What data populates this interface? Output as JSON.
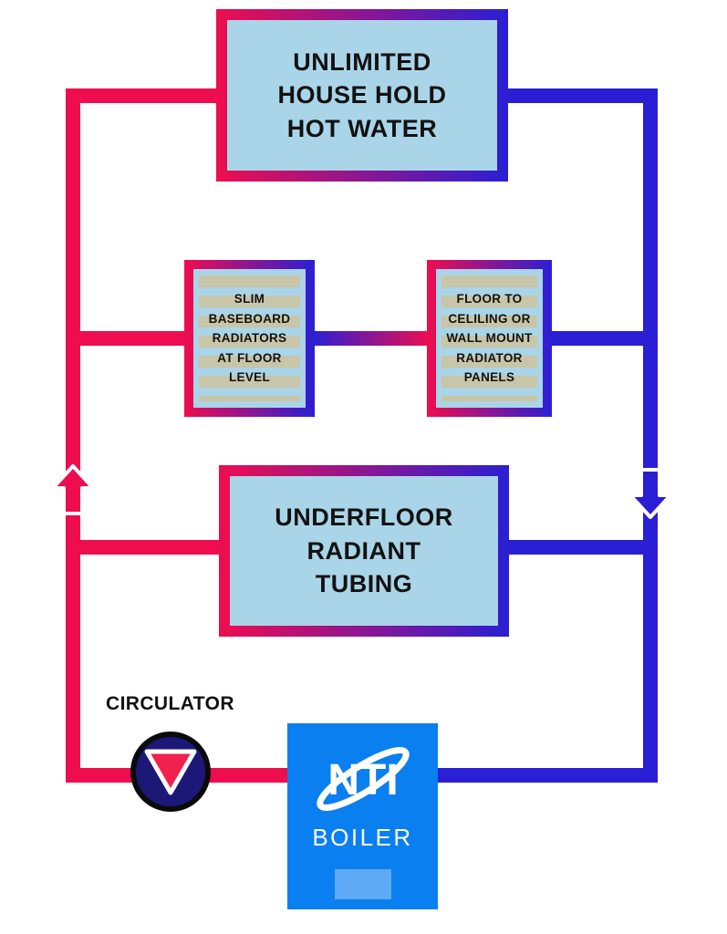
{
  "colors": {
    "hot_line": "#ee0d4f",
    "cold_line": "#2a1fd4",
    "box_fill": "#aad5e8",
    "box_border_gradient": [
      "#ee0d4f",
      "#2a1fd4"
    ],
    "radiator_fin": "#c8c5a8",
    "boiler_blue": "#0a7ff0",
    "pump_body": "#1c1878",
    "pump_ring": "#0a0a0a",
    "pump_triangle": "#f2204e",
    "text": "#121212"
  },
  "boxes": {
    "hot_water": {
      "line1": "UNLIMITED",
      "line2": "HOUSE HOLD",
      "line3": "HOT WATER"
    },
    "baseboard": {
      "line1": "SLIM",
      "line2": "BASEBOARD",
      "line3": "RADIATORS",
      "line4": "AT FLOOR",
      "line5": "LEVEL"
    },
    "wall_mount": {
      "line1": "FLOOR TO",
      "line2": "CELILING OR",
      "line3": "WALL MOUNT",
      "line4": "RADIATOR",
      "line5": "PANELS"
    },
    "underfloor": {
      "line1": "UNDERFLOOR",
      "line2": "RADIANT",
      "line3": "TUBING"
    }
  },
  "labels": {
    "circulator": "CIRCULATOR",
    "boiler_brand": "NTI",
    "boiler_label": "BOILER"
  },
  "icons": {
    "up_arrow": "supply-flow-up-arrow-icon",
    "down_arrow": "return-flow-down-arrow-icon",
    "pump": "circulator-pump-icon",
    "swoosh": "nti-logo-swoosh-icon"
  }
}
